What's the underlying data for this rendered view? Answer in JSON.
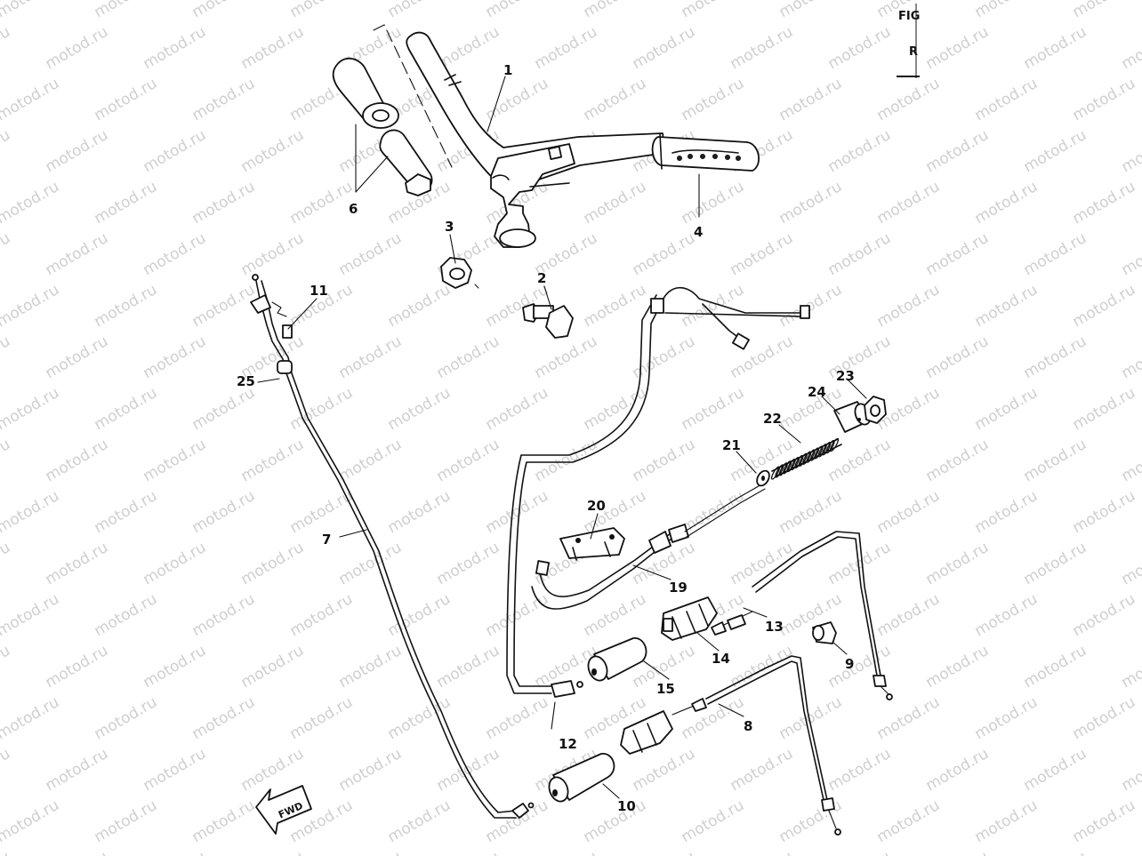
{
  "header": {
    "corner_top": "FIG",
    "corner_sub": "R"
  },
  "watermark": {
    "text": "motod.ru"
  },
  "diagram": {
    "callouts": [
      {
        "id": "1",
        "label": "1"
      },
      {
        "id": "2",
        "label": "2"
      },
      {
        "id": "3",
        "label": "3"
      },
      {
        "id": "4",
        "label": "4"
      },
      {
        "id": "6",
        "label": "6"
      },
      {
        "id": "7",
        "label": "7"
      },
      {
        "id": "8",
        "label": "8"
      },
      {
        "id": "9",
        "label": "9"
      },
      {
        "id": "10",
        "label": "10"
      },
      {
        "id": "11",
        "label": "11"
      },
      {
        "id": "12",
        "label": "12"
      },
      {
        "id": "13",
        "label": "13"
      },
      {
        "id": "14",
        "label": "14"
      },
      {
        "id": "15",
        "label": "15"
      },
      {
        "id": "19",
        "label": "19"
      },
      {
        "id": "20",
        "label": "20"
      },
      {
        "id": "21",
        "label": "21"
      },
      {
        "id": "22",
        "label": "22"
      },
      {
        "id": "23",
        "label": "23"
      },
      {
        "id": "24",
        "label": "24"
      },
      {
        "id": "25",
        "label": "25"
      }
    ],
    "fwd_label": "FWD"
  }
}
